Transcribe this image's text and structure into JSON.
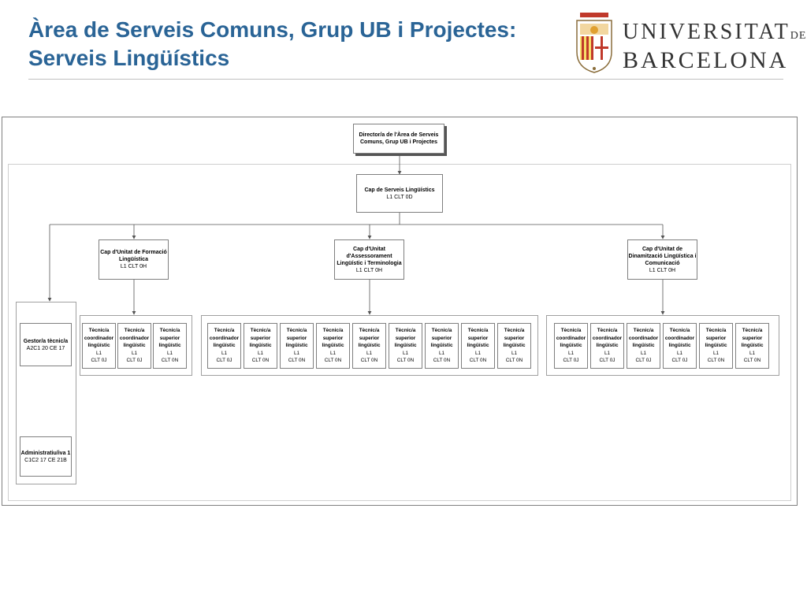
{
  "slide": {
    "title_line1": "Àrea de Serveis Comuns, Grup UB i Projectes:",
    "title_line2": "Serveis Lingüístics"
  },
  "logo": {
    "name_line1": "UNIVERSITAT",
    "name_de": "DE",
    "name_line2": "BARCELONA"
  },
  "org": {
    "director": {
      "l1": "Director/a de l'Àrea de Serveis",
      "l2": "Comuns, Grup UB i Projectes"
    },
    "cap": {
      "title": "Cap de Serveis Lingüístics",
      "code": "L1 CLT 0D"
    },
    "unit_formacio": {
      "l1": "Cap d'Unitat de Formació",
      "l2": "Lingüística",
      "code": "L1 CLT 0H"
    },
    "unit_assessorament": {
      "l1": "Cap d'Unitat",
      "l2": "d'Assessorament",
      "l3": "Lingüístic i Terminologia",
      "code": "L1 CLT 0H"
    },
    "unit_dinamitzacio": {
      "l1": "Cap d'Unitat de",
      "l2": "Dinamització Lingüística i",
      "l3": "Comunicació",
      "code": "L1 CLT 0H"
    },
    "gestor": {
      "title": "Gestor/a tècnic/a",
      "code": "A2C1 20 CE 17"
    },
    "administratiu": {
      "title": "Administratiu/iva 1",
      "code": "C1C2 17 CE 21B"
    },
    "tecnic_label": "Tècnic/a",
    "coord_l1": "coordinador",
    "sup_l1": "superior",
    "ling_l2": "lingüístic",
    "level": "L1",
    "clt_0j": "CLT 0J",
    "clt_0n": "CLT 0N"
  }
}
